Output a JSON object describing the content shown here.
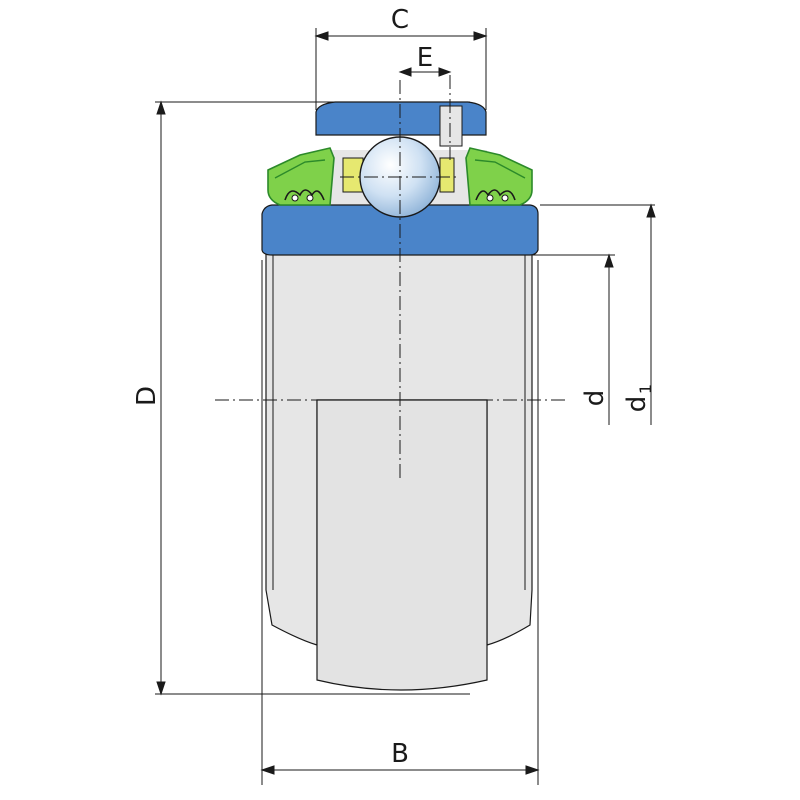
{
  "labels": {
    "C": "C",
    "E": "E",
    "D": "D",
    "B": "B",
    "d": "d",
    "d1_main": "d",
    "d1_sub": "1"
  },
  "colors": {
    "outer_ring": "#4a84c9",
    "outer_ring_dark": "#2f6ab0",
    "seal": "#7fd14a",
    "seal_dark": "#2c8a2a",
    "inner_ring": "#e6e6e6",
    "ball": "#d7e8f7",
    "cage": "#e6e870",
    "line": "#1a1a1a"
  }
}
